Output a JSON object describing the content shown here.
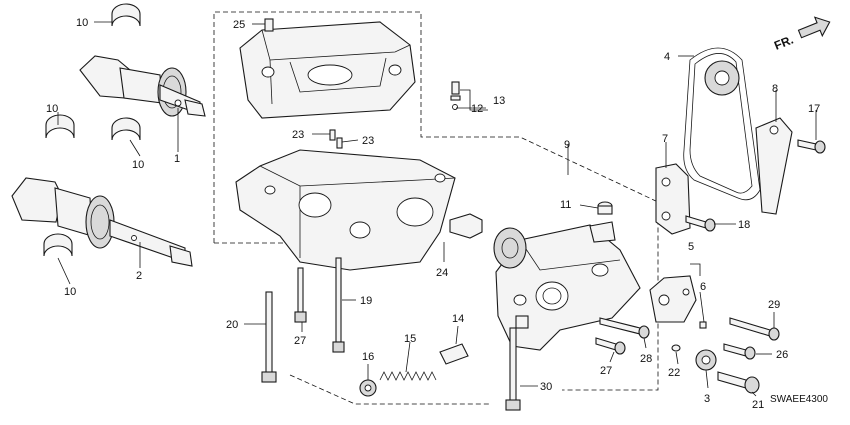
{
  "diagram": {
    "code": "SWAEE4300",
    "direction_label": "FR.",
    "callouts": [
      {
        "id": "c10a",
        "text": "10"
      },
      {
        "id": "c10b",
        "text": "10"
      },
      {
        "id": "c10c",
        "text": "10"
      },
      {
        "id": "c10d",
        "text": "10"
      },
      {
        "id": "c1",
        "text": "1"
      },
      {
        "id": "c2",
        "text": "2"
      },
      {
        "id": "c25",
        "text": "25"
      },
      {
        "id": "c12",
        "text": "12"
      },
      {
        "id": "c13",
        "text": "13"
      },
      {
        "id": "c23a",
        "text": "23"
      },
      {
        "id": "c23b",
        "text": "23"
      },
      {
        "id": "c4",
        "text": "4"
      },
      {
        "id": "c8",
        "text": "8"
      },
      {
        "id": "c17",
        "text": "17"
      },
      {
        "id": "c7",
        "text": "7"
      },
      {
        "id": "c9",
        "text": "9"
      },
      {
        "id": "c11",
        "text": "11"
      },
      {
        "id": "c18",
        "text": "18"
      },
      {
        "id": "c5",
        "text": "5"
      },
      {
        "id": "c6",
        "text": "6"
      },
      {
        "id": "c24",
        "text": "24"
      },
      {
        "id": "c19",
        "text": "19"
      },
      {
        "id": "c20",
        "text": "20"
      },
      {
        "id": "c27a",
        "text": "27"
      },
      {
        "id": "c27b",
        "text": "27"
      },
      {
        "id": "c14",
        "text": "14"
      },
      {
        "id": "c15",
        "text": "15"
      },
      {
        "id": "c16",
        "text": "16"
      },
      {
        "id": "c30",
        "text": "30"
      },
      {
        "id": "c28",
        "text": "28"
      },
      {
        "id": "c29",
        "text": "29"
      },
      {
        "id": "c26",
        "text": "26"
      },
      {
        "id": "c22",
        "text": "22"
      },
      {
        "id": "c3",
        "text": "3"
      },
      {
        "id": "c21",
        "text": "21"
      }
    ]
  }
}
